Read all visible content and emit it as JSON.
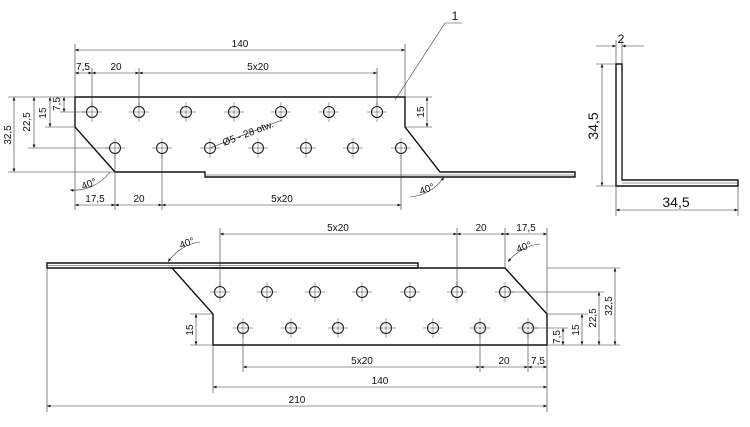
{
  "callout": {
    "number": "1"
  },
  "top_view": {
    "dim_overall": "140",
    "dim_start_top": "7,5",
    "dim_pitch_top": "20",
    "dim_span_top": "5x20",
    "dim_left_total": "32,5",
    "dim_left_mid": "22,5",
    "dim_left_15": "15",
    "dim_left_75": "7,5",
    "dim_right_15": "15",
    "hole_note": "Ø5 - 28 otw.",
    "angle_left": "40°",
    "angle_right": "40°",
    "dim_start_bottom": "17,5",
    "dim_pitch_bottom": "20",
    "dim_span_bottom": "5x20"
  },
  "side_view": {
    "thickness": "2",
    "height": "34,5",
    "width": "34,5"
  },
  "bottom_view": {
    "angle_left": "40°",
    "angle_right": "40°",
    "dim_span_top": "5x20",
    "dim_pitch_top": "20",
    "dim_end_top": "17,5",
    "dim_left_15": "15",
    "dim_right_75": "7,5",
    "dim_right_15": "15",
    "dim_right_225": "22,5",
    "dim_right_325": "32,5",
    "dim_span_bottom": "5x20",
    "dim_pitch_bottom": "20",
    "dim_end_bottom": "7,5",
    "dim_140": "140",
    "dim_210": "210"
  }
}
